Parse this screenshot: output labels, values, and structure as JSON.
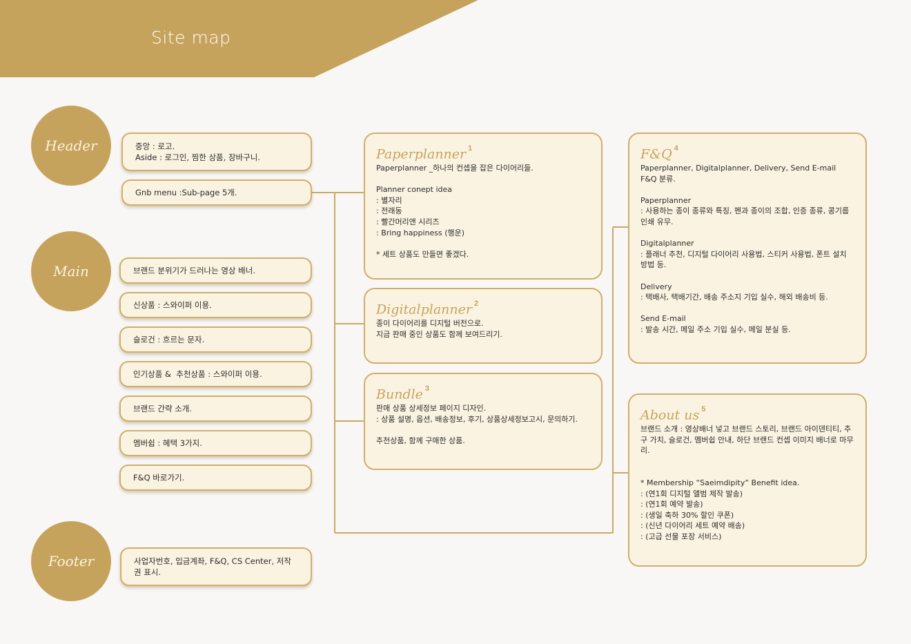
{
  "banner": {
    "title": "Site map",
    "color": "#c6a35c"
  },
  "sections": {
    "header": "Header",
    "main": "Main",
    "footer": "Footer"
  },
  "header_items": [
    "중앙 : 로고.\nAside : 로그인, 찜한 상품, 장바구니.",
    "Gnb menu :Sub-page 5개."
  ],
  "main_items": [
    "브랜드 분위기가 드러나는 영상 배너.",
    "신상품 : 스와이퍼 이용.",
    "슬로건 : 흐르는 문자.",
    "인기상품 &  추천상품 : 스와이퍼 이용.",
    "브랜드 간략 소개.",
    "멤버쉽 : 혜택 3가지.",
    "F&Q 바로가기."
  ],
  "footer_items": [
    "사업자번호, 입금계좌, F&Q, CS Center, 저작권 표시."
  ],
  "cards": [
    {
      "title": "Paperplanner",
      "num": "1",
      "lines": [
        "Paperplanner _하나의 컨셉을 잡은 다이어리들.",
        "",
        "Planner conept idea",
        ": 별자리",
        ": 전래동",
        ": 빨간머리앤 시리즈",
        ": Bring happiness (행운)",
        "",
        "* 세트 상품도 만들면 좋겠다."
      ]
    },
    {
      "title": "Digitalplanner",
      "num": "2",
      "lines": [
        "종이 다이어리를 디지털 버전으로.",
        "지금 판매 중인 상품도 함께 보여드리기."
      ]
    },
    {
      "title": "Bundle",
      "num": "3",
      "lines": [
        "판매 상품 상세정보 페이지 디자인.",
        ": 상품 설명, 옵션, 배송정보, 후기, 상품상세정보고시, 문의하기.",
        "",
        "추천상품, 함께 구매한 상품."
      ]
    },
    {
      "title": "F&Q",
      "num": "4",
      "lines": [
        "Paperplanner, Digitalplanner, Delivery, Send E-mail",
        "F&Q 분류.",
        "",
        "Paperplanner",
        ": 사용하는 종이 종류와 특징, 펜과 종이의 조합, 인증 종류, 콩기름 인쇄 유무.",
        "",
        "Digitalplanner",
        ": 플래너 추천, 디지털 다이어리 사용법, 스티커 사용법, 폰트 설치 방법 등.",
        "",
        "Delivery",
        ": 택배사, 택배기간, 배송 주소지 기입 실수, 해외 배송비 등.",
        "",
        "Send E-mail",
        ": 발송 시간, 메일 주소 기입 실수, 메일 분실 등."
      ]
    },
    {
      "title": "About us",
      "num": "5",
      "lines": [
        "브랜드 소개 : 영상배너 넣고 브랜드 스토리, 브랜드 아이덴티티, 추구 가치, 슬로건, 멤버쉽 안내, 하단 브랜드 컨셉 이미지 배너로 마무리.",
        "",
        "",
        "* Membership “Saeimdipity” Benefit idea.",
        ": (연1회 디지털 앨범 제작 발송)",
        ": (연1회 예약 발송)",
        ": (생일 축하 30% 할인 쿠폰)",
        ": (신년 다이어리 세트 예약 배송)",
        ": (고급 선물 포장 서비스)"
      ]
    }
  ]
}
